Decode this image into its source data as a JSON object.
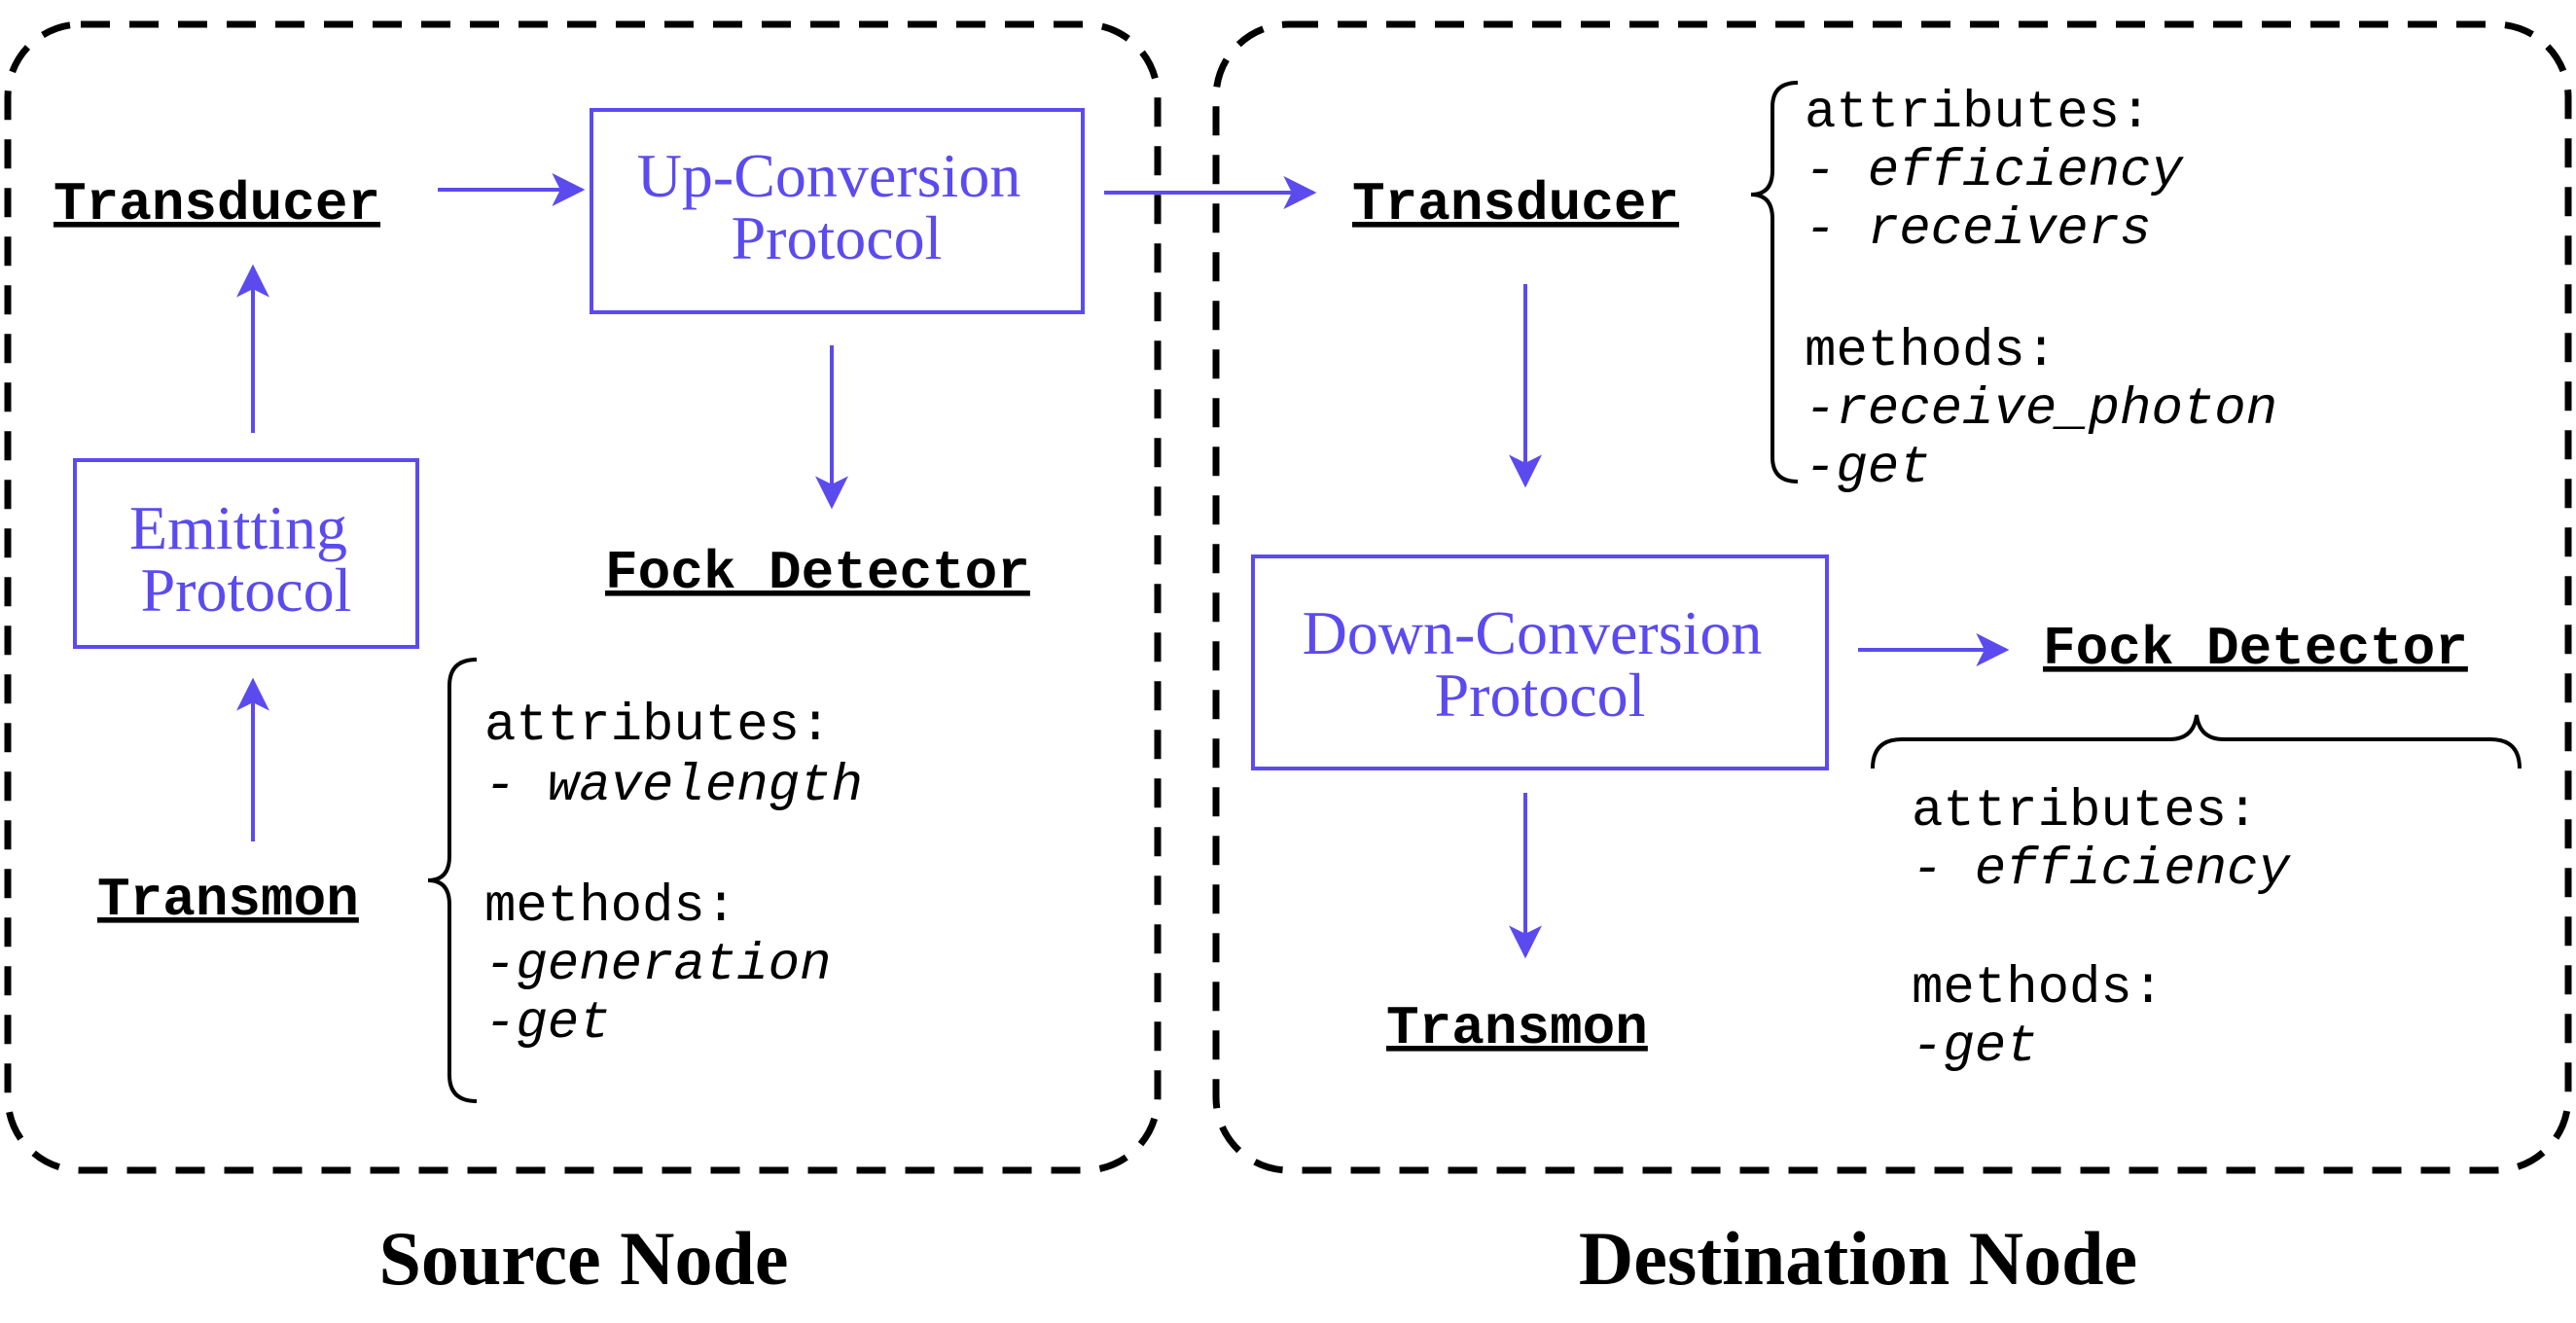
{
  "colors": {
    "accent": "#5b4bef",
    "ink": "#000000",
    "background": "#ffffff"
  },
  "source": {
    "title": "Source Node",
    "transducer": "Transducer",
    "up_conversion": [
      "Up-Conversion",
      "Protocol"
    ],
    "fock_detector": "Fock_Detector",
    "emitting": [
      "Emitting",
      "Protocol"
    ],
    "transmon": "Transmon",
    "transmon_info": {
      "attributes_label": "attributes:",
      "attributes": [
        "- wavelength"
      ],
      "methods_label": "methods:",
      "methods": [
        "-generation",
        "-get"
      ]
    }
  },
  "destination": {
    "title": "Destination Node",
    "transducer": "Transducer",
    "transducer_info": {
      "attributes_label": "attributes:",
      "attributes": [
        "- efficiency",
        "- receivers"
      ],
      "methods_label": "methods:",
      "methods": [
        "-receive_photon",
        "-get"
      ]
    },
    "down_conversion": [
      "Down-Conversion",
      "Protocol"
    ],
    "fock_detector": "Fock_Detector",
    "fock_info": {
      "attributes_label": "attributes:",
      "attributes": [
        "- efficiency"
      ],
      "methods_label": "methods:",
      "methods": [
        "-get"
      ]
    },
    "transmon": "Transmon"
  }
}
